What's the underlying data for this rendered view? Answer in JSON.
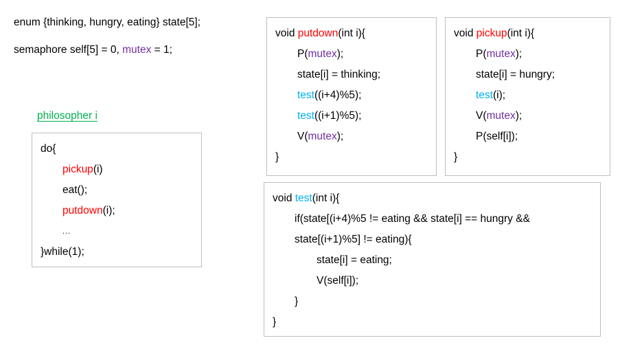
{
  "palette": {
    "background": "#ffffff",
    "border": "#bfbfbf",
    "text": "#000000",
    "red": "#ff0000",
    "cyan": "#00b0f0",
    "purple": "#7030a0",
    "green": "#00b050"
  },
  "declarations": [
    {
      "id": "enum",
      "text": "enum {thinking, hungry, eating} state[5];",
      "segments": [
        {
          "text": "enum {thinking, hungry, eating} state[5];",
          "color": "black"
        }
      ]
    },
    {
      "id": "semaphore",
      "text": "semaphore self[5] = 0, mutex = 1;",
      "segments": [
        {
          "text": "semaphore self[5] = 0, ",
          "color": "black"
        },
        {
          "text": "mutex",
          "color": "purple"
        },
        {
          "text": " = 1;",
          "color": "black"
        }
      ]
    }
  ],
  "philosopher": {
    "label": "philosopher i",
    "lines": [
      {
        "indent": 0,
        "segments": [
          {
            "text": "do{",
            "color": "black"
          }
        ]
      },
      {
        "indent": 1,
        "segments": [
          {
            "text": "pickup",
            "color": "red"
          },
          {
            "text": "(i)",
            "color": "black"
          }
        ]
      },
      {
        "indent": 1,
        "segments": [
          {
            "text": "eat();",
            "color": "black"
          }
        ]
      },
      {
        "indent": 1,
        "segments": [
          {
            "text": "putdown",
            "color": "red"
          },
          {
            "text": "(i);",
            "color": "black"
          }
        ]
      },
      {
        "indent": 1,
        "ellipsis": true,
        "segments": [
          {
            "text": "...",
            "color": "black"
          }
        ]
      },
      {
        "indent": 0,
        "segments": [
          {
            "text": "}while(1);",
            "color": "black"
          }
        ]
      }
    ]
  },
  "putdown": {
    "name": "putdown",
    "lines": [
      {
        "indent": 0,
        "segments": [
          {
            "text": "void ",
            "color": "black"
          },
          {
            "text": "putdown",
            "color": "red"
          },
          {
            "text": "(int i){",
            "color": "black"
          }
        ]
      },
      {
        "indent": 1,
        "segments": [
          {
            "text": "P(",
            "color": "black"
          },
          {
            "text": "mutex",
            "color": "purple"
          },
          {
            "text": ");",
            "color": "black"
          }
        ]
      },
      {
        "indent": 1,
        "segments": [
          {
            "text": "state[i] = thinking;",
            "color": "black"
          }
        ]
      },
      {
        "indent": 1,
        "segments": [
          {
            "text": "test",
            "color": "cyan"
          },
          {
            "text": "((i+4)%5);",
            "color": "black"
          }
        ]
      },
      {
        "indent": 1,
        "segments": [
          {
            "text": "test",
            "color": "cyan"
          },
          {
            "text": "((i+1)%5);",
            "color": "black"
          }
        ]
      },
      {
        "indent": 1,
        "segments": [
          {
            "text": "V(",
            "color": "black"
          },
          {
            "text": "mutex",
            "color": "purple"
          },
          {
            "text": ");",
            "color": "black"
          }
        ]
      },
      {
        "indent": 0,
        "segments": [
          {
            "text": "}",
            "color": "black"
          }
        ]
      }
    ]
  },
  "pickup": {
    "name": "pickup",
    "lines": [
      {
        "indent": 0,
        "segments": [
          {
            "text": "void ",
            "color": "black"
          },
          {
            "text": "pickup",
            "color": "red"
          },
          {
            "text": "(int i){",
            "color": "black"
          }
        ]
      },
      {
        "indent": 1,
        "segments": [
          {
            "text": "P(",
            "color": "black"
          },
          {
            "text": "mutex",
            "color": "purple"
          },
          {
            "text": ");",
            "color": "black"
          }
        ]
      },
      {
        "indent": 1,
        "segments": [
          {
            "text": "state[i] = hungry;",
            "color": "black"
          }
        ]
      },
      {
        "indent": 1,
        "segments": [
          {
            "text": "test",
            "color": "cyan"
          },
          {
            "text": "(i);",
            "color": "black"
          }
        ]
      },
      {
        "indent": 1,
        "segments": [
          {
            "text": "V(",
            "color": "black"
          },
          {
            "text": "mutex",
            "color": "purple"
          },
          {
            "text": ");",
            "color": "black"
          }
        ]
      },
      {
        "indent": 1,
        "segments": [
          {
            "text": "P(self[i]);",
            "color": "black"
          }
        ]
      },
      {
        "indent": 0,
        "segments": [
          {
            "text": "}",
            "color": "black"
          }
        ]
      }
    ]
  },
  "test": {
    "name": "test",
    "lines": [
      {
        "indent": 0,
        "segments": [
          {
            "text": "void ",
            "color": "black"
          },
          {
            "text": "test",
            "color": "cyan"
          },
          {
            "text": "(int i){",
            "color": "black"
          }
        ]
      },
      {
        "indent": 1,
        "segments": [
          {
            "text": "if(state[(i+4)%5 != eating && state[i] == hungry &&",
            "color": "black"
          }
        ]
      },
      {
        "indent": 1,
        "segments": [
          {
            "text": "state[(i+1)%5] != eating){",
            "color": "black"
          }
        ]
      },
      {
        "indent": 2,
        "segments": [
          {
            "text": "state[i] = eating;",
            "color": "black"
          }
        ]
      },
      {
        "indent": 2,
        "segments": [
          {
            "text": "V(self[i]);",
            "color": "black"
          }
        ]
      },
      {
        "indent": 1,
        "segments": [
          {
            "text": "}",
            "color": "black"
          }
        ]
      },
      {
        "indent": 0,
        "segments": [
          {
            "text": "}",
            "color": "black"
          }
        ]
      }
    ]
  }
}
